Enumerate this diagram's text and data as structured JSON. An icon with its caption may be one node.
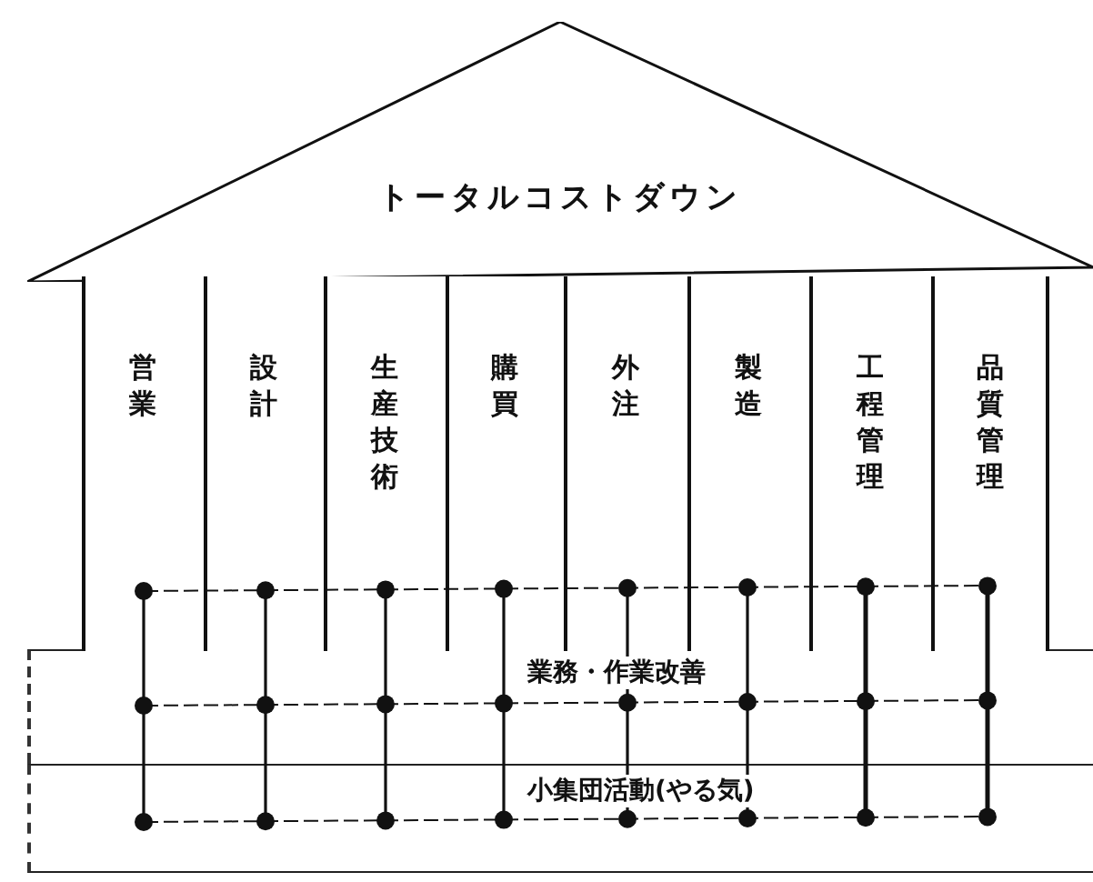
{
  "diagram": {
    "nodes": [
      {
        "text": [
          "トータルコストダウン"
        ]
      },
      {
        "text": [
          "営業"
        ]
      },
      {
        "text": [
          "設計"
        ]
      },
      {
        "text": [
          "生産技術"
        ]
      },
      {
        "text": [
          "購買"
        ]
      },
      {
        "text": [
          "外注"
        ]
      },
      {
        "text": [
          "製造"
        ]
      },
      {
        "text": [
          "工程管理"
        ]
      },
      {
        "text": [
          "品質管理"
        ]
      },
      {
        "text": [
          "業務・作業改善"
        ]
      },
      {
        "text": [
          "小集団活動(やる気)"
        ]
      }
    ]
  }
}
